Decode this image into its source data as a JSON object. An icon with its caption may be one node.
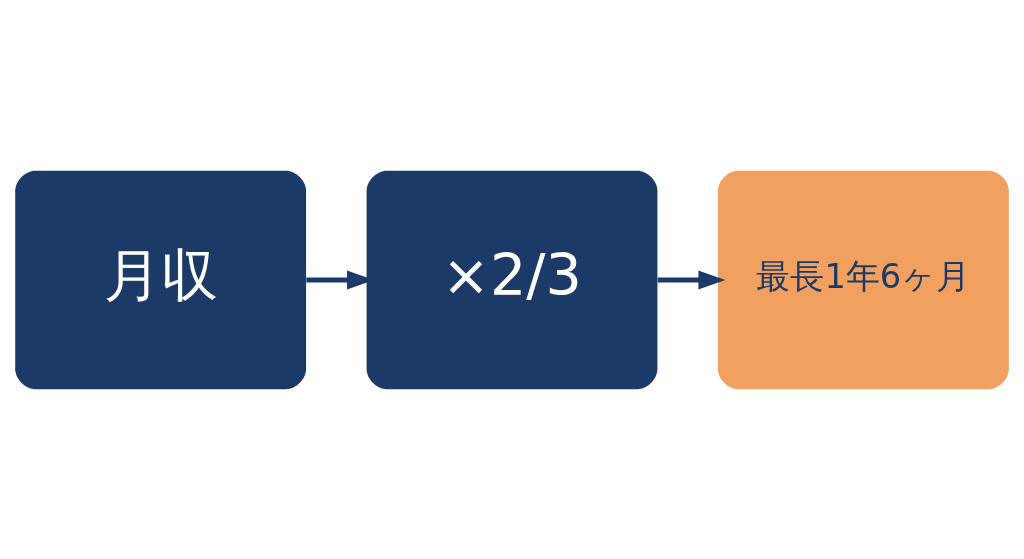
{
  "diagram": {
    "nodes": [
      {
        "text": [
          "月収"
        ]
      },
      {
        "text": [
          "×2/3"
        ]
      },
      {
        "text": [
          "最長1年6ヶ月"
        ]
      }
    ],
    "edges": [
      {
        "from": 0,
        "to": 1,
        "arrow": "to"
      },
      {
        "from": 1,
        "to": 2,
        "arrow": "to"
      }
    ]
  }
}
